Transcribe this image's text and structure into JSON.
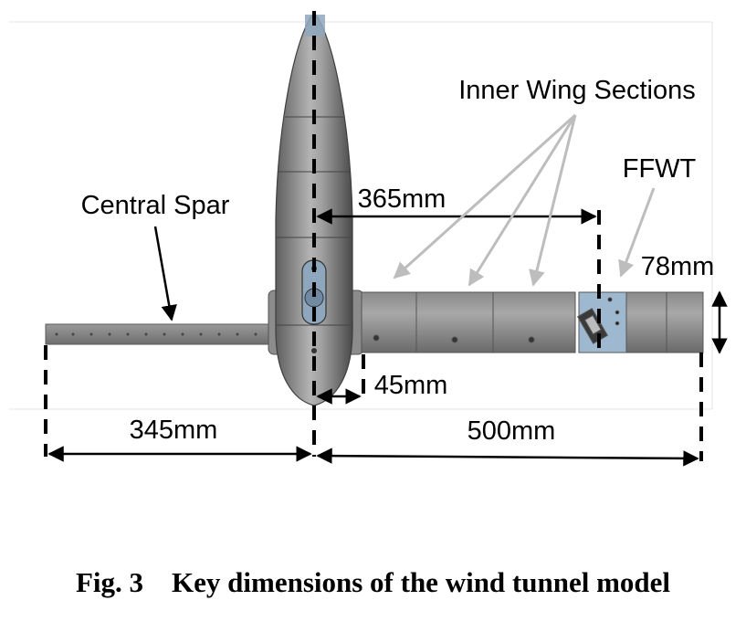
{
  "figure": {
    "labels": {
      "inner_wing_sections": "Inner Wing Sections",
      "ffwt": "FFWT",
      "central_spar": "Central Spar",
      "dim_365": "365mm",
      "dim_78": "78mm",
      "dim_45": "45mm",
      "dim_345": "345mm",
      "dim_500": "500mm"
    },
    "caption": {
      "number": "Fig. 3",
      "text": "Key dimensions of the wind tunnel model"
    }
  }
}
